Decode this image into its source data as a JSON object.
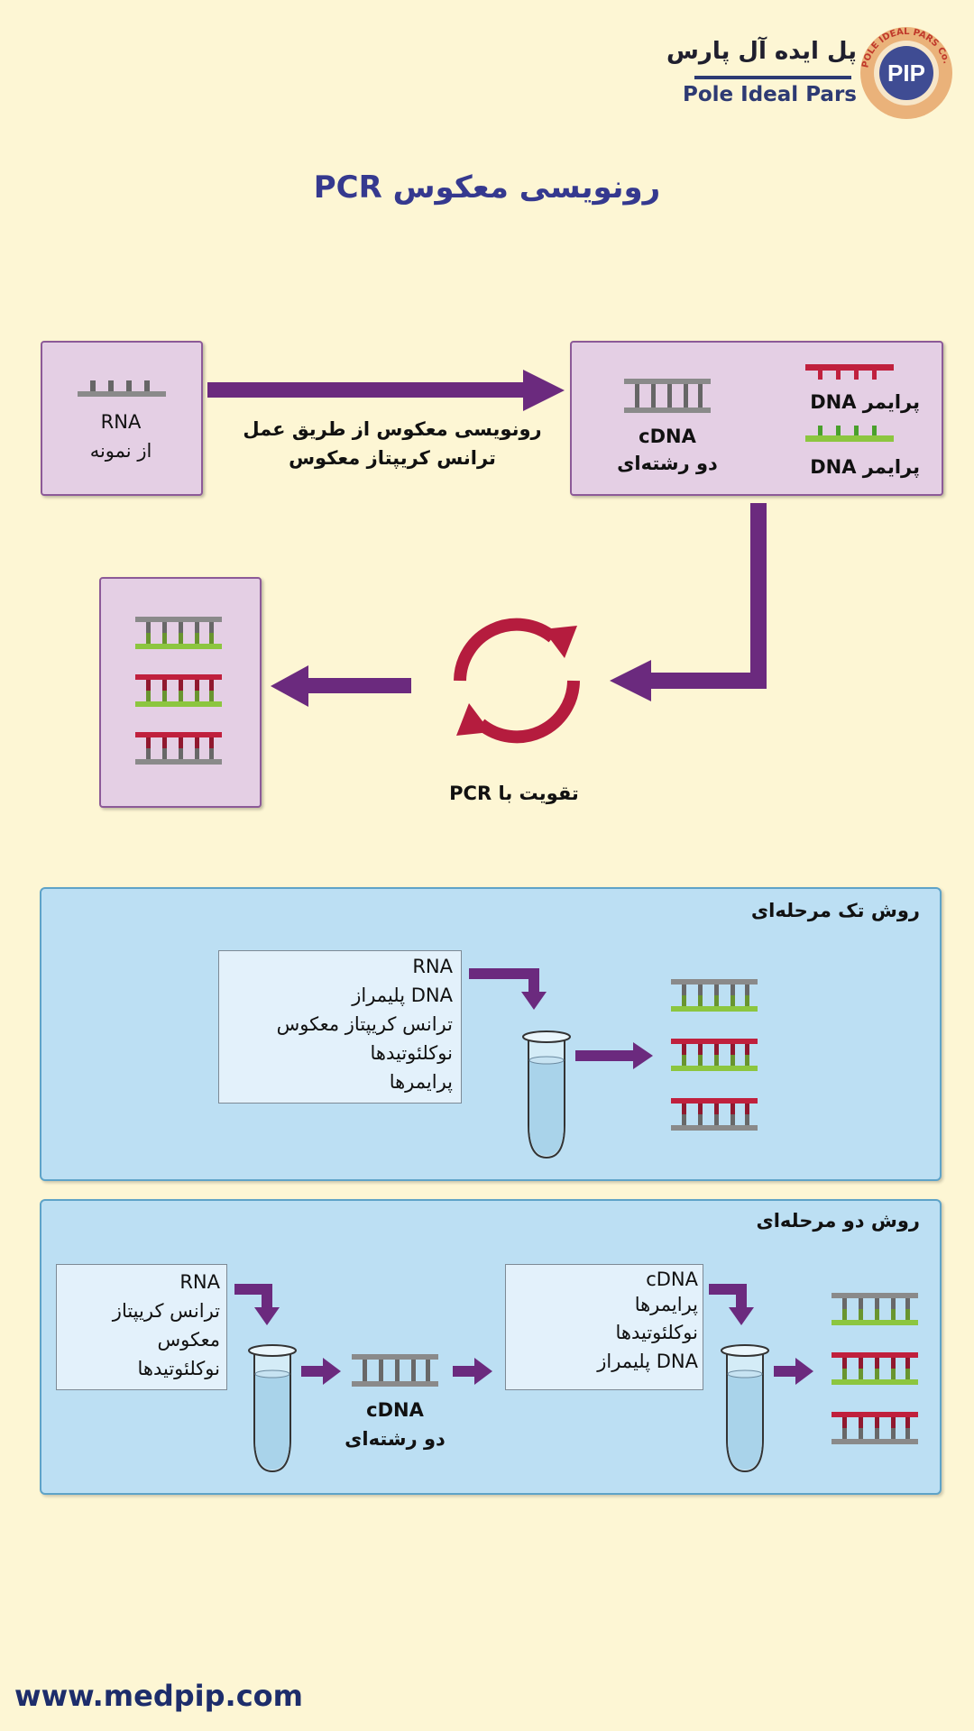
{
  "logo": {
    "name_fa": "پل ایده آل پارس",
    "name_en": "Pole Ideal Pars",
    "emblem_text": "PIP",
    "ring_text": "POLE IDEAL PARS Co."
  },
  "title": "رونویسی معکوس  PCR",
  "top_diagram": {
    "rna_box": {
      "line1": "RNA",
      "line2": "از نمونه"
    },
    "arrow_caption": {
      "line1": "رونویسی معکوس از طریق عمل",
      "line2": "ترانس کریپتاز معکوس"
    },
    "cdna_box": {
      "cdna_line1": "cDNA",
      "cdna_line2": "دو رشته‌ای",
      "primer_red": "پرایمر DNA",
      "primer_green": "پرایمر DNA"
    },
    "pcr_label": "تقویت با  PCR"
  },
  "one_step": {
    "title": "روش تک مرحله‌ای",
    "items": [
      "RNA",
      "DNA  پلیمراز",
      "ترانس کریپتاز معکوس",
      "نوکلئوتیدها",
      "پرایمرها"
    ]
  },
  "two_step": {
    "title": "روش دو مرحله‌ای",
    "box1_items": [
      "RNA",
      "ترانس کریپتاز معکوس",
      "نوکلئوتیدها"
    ],
    "cdna_line1": "cDNA",
    "cdna_line2": "دو رشته‌ای",
    "box2_items": [
      "cDNA",
      "پرایمرها",
      "نوکلئوتیدها",
      "DNA  پلیمراز"
    ]
  },
  "footer": {
    "url": "www.medpip.com"
  },
  "colors": {
    "background": "#fdf6d4",
    "title": "#35398f",
    "purple_arrow": "#6b2a7e",
    "cycle_red": "#b51c3e",
    "strand_gray": "#8a8a8a",
    "strand_red": "#c0203d",
    "strand_green": "#8cc63f",
    "panel_blue": "#bcdff3",
    "box_purple": "#e4cfe4"
  }
}
